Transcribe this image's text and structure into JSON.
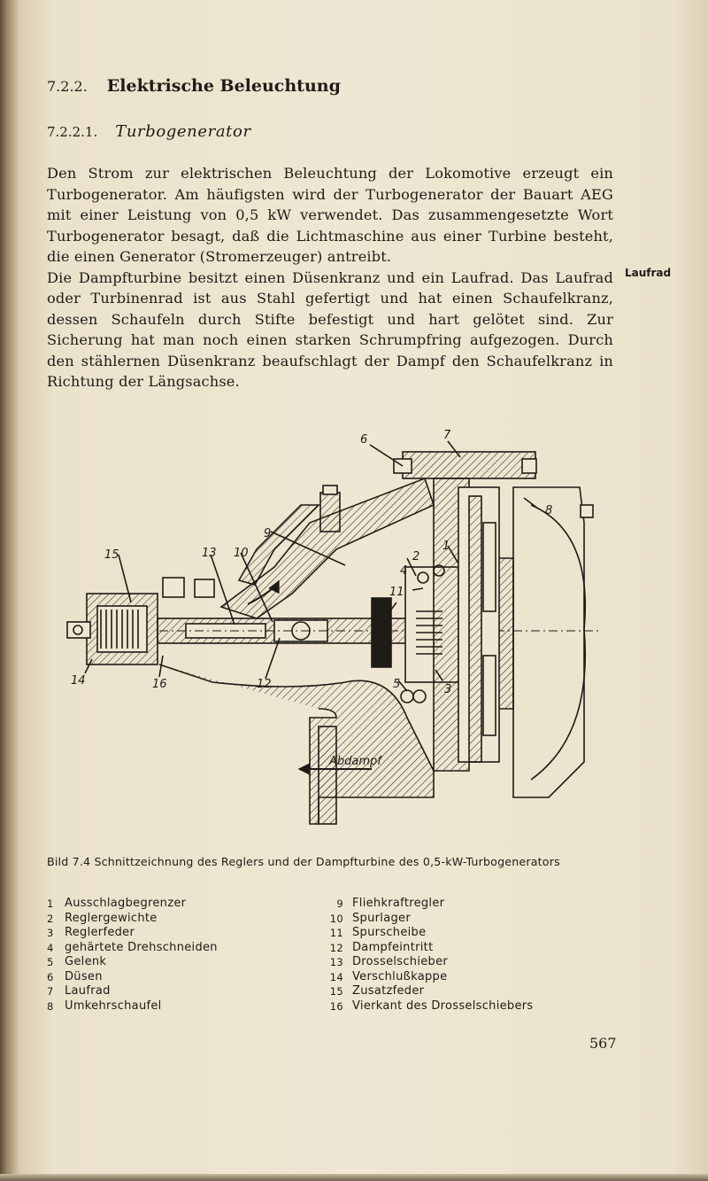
{
  "section": {
    "number": "7.2.2.",
    "title": "Elektrische Beleuchtung"
  },
  "subsection": {
    "number": "7.2.2.1.",
    "title": "Turbogenerator"
  },
  "paragraphs": [
    "Den Strom zur elektrischen Beleuchtung der Lokomotive erzeugt ein Turbogenerator. Am häufigsten wird der Turbogenerator der Bauart AEG mit einer Leistung von 0,5 kW verwendet. Das zusammengesetzte Wort Turbogenerator besagt, daß die Lichtmaschine aus einer Turbine besteht, die einen Generator (Stromerzeuger) antreibt.",
    "Die Dampfturbine besitzt einen Düsenkranz und ein Laufrad. Das Laufrad oder Turbinenrad ist aus Stahl gefertigt und hat einen Schaufelkranz, dessen Schaufeln durch Stifte befestigt und hart gelötet sind. Zur Sicherung hat man noch einen starken Schrumpfring aufgezogen. Durch den stählernen Düsenkranz beaufschlagt der Dampf den Schaufelkranz in Richtung der Längsachse."
  ],
  "margin_note": "Laufrad",
  "figure": {
    "callouts": [
      "1",
      "2",
      "3",
      "4",
      "5",
      "6",
      "7",
      "8",
      "9",
      "10",
      "11",
      "12",
      "13",
      "14",
      "15",
      "16"
    ],
    "abdampf_label": "Abdampf"
  },
  "caption": "Bild 7.4 Schnittzeichnung des Reglers und der Dampfturbine des 0,5-kW-Turbogenerators",
  "legend_left": [
    {
      "n": "1",
      "label": "Ausschlagbegrenzer"
    },
    {
      "n": "2",
      "label": "Reglergewichte"
    },
    {
      "n": "3",
      "label": "Reglerfeder"
    },
    {
      "n": "4",
      "label": "gehärtete Drehschneiden"
    },
    {
      "n": "5",
      "label": "Gelenk"
    },
    {
      "n": "6",
      "label": "Düsen"
    },
    {
      "n": "7",
      "label": "Laufrad"
    },
    {
      "n": "8",
      "label": "Umkehrschaufel"
    }
  ],
  "legend_right": [
    {
      "n": "9",
      "label": "Fliehkraftregler"
    },
    {
      "n": "10",
      "label": "Spurlager"
    },
    {
      "n": "11",
      "label": "Spurscheibe"
    },
    {
      "n": "12",
      "label": "Dampfeintritt"
    },
    {
      "n": "13",
      "label": "Drosselschieber"
    },
    {
      "n": "14",
      "label": "Verschlußkappe"
    },
    {
      "n": "15",
      "label": "Zusatzfeder"
    },
    {
      "n": "16",
      "label": "Vierkant des Drosselschiebers"
    }
  ],
  "page_number": "567"
}
